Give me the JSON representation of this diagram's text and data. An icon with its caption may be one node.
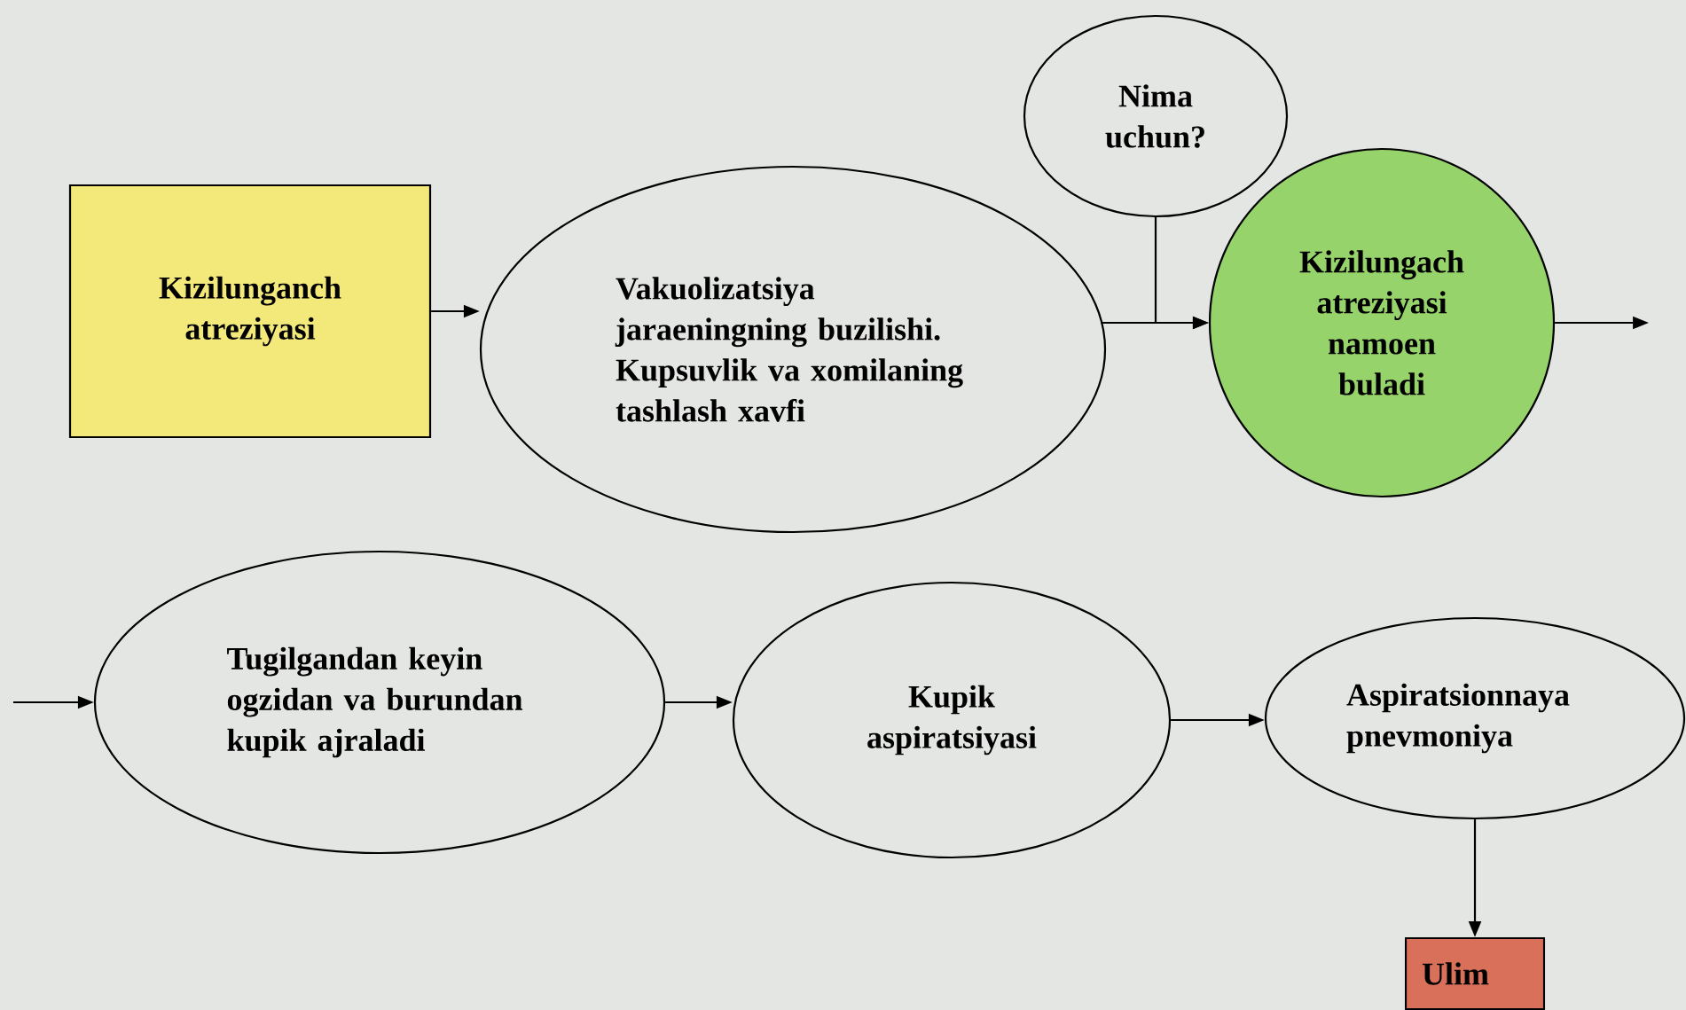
{
  "diagram": {
    "nodes": [
      {
        "text": [
          "Kizilunganch atreziyasi"
        ]
      },
      {
        "text": [
          "Vakuolizatsiya jaraeningning buzilishi. Kupsuvlik va xomilaning tashlash xavfi"
        ]
      },
      {
        "text": [
          "Nima uchun?"
        ]
      },
      {
        "text": [
          "Kizilungach atreziyasi namoen buladi"
        ]
      },
      {
        "text": [
          "Tugilgandan keyin ogzidan va burundan kupik ajraladi"
        ]
      },
      {
        "text": [
          "Kupik aspiratsiyasi"
        ]
      },
      {
        "text": [
          "Aspiratsionnaya pnevmoniya"
        ]
      },
      {
        "text": [
          "Ulim"
        ]
      }
    ],
    "edges": [
      {
        "from": 0,
        "to": 1,
        "arrow": "to"
      },
      {
        "from": 1,
        "to": 3,
        "arrow": "to"
      },
      {
        "from": 2,
        "to": 3,
        "arrow": "to"
      },
      {
        "from": 3,
        "to": null,
        "arrow": "to"
      },
      {
        "from": null,
        "to": 4,
        "arrow": "to"
      },
      {
        "from": 4,
        "to": 5,
        "arrow": "to"
      },
      {
        "from": 5,
        "to": 6,
        "arrow": "to"
      },
      {
        "from": 6,
        "to": 7,
        "arrow": "to"
      }
    ]
  }
}
